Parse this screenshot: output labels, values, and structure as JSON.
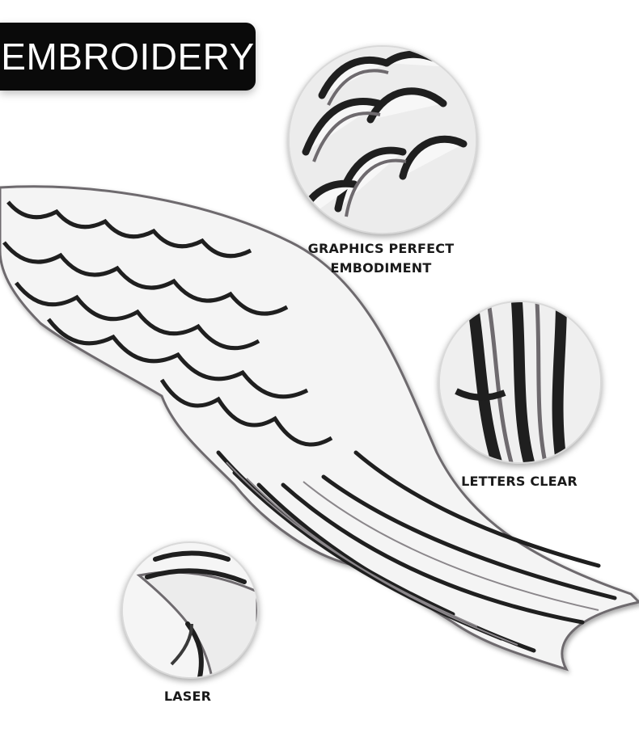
{
  "title": "EMBROIDERY",
  "features": [
    {
      "lines": [
        "GRAPHICS PERFECT",
        "EMBODIMENT"
      ]
    },
    {
      "lines": [
        "LETTERS CLEAR"
      ]
    },
    {
      "lines": [
        "LASER"
      ]
    }
  ],
  "colors": {
    "badge": "#0a0a0a",
    "thread_dark": "#1f1f1f",
    "thread_gray": "#6e6a6e",
    "thread_white": "#f4f4f4"
  }
}
